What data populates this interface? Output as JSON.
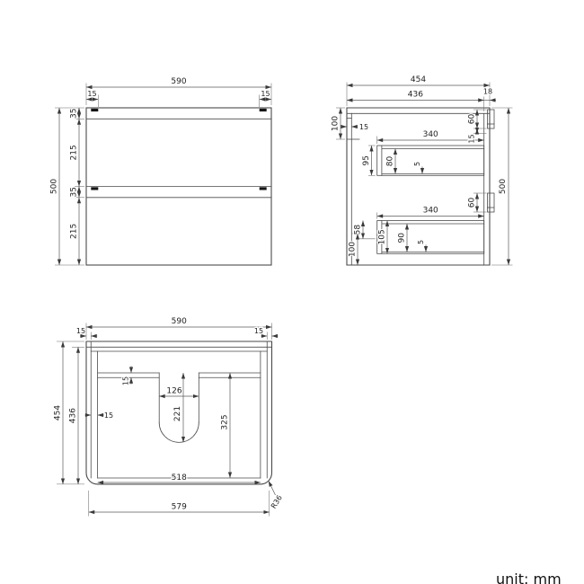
{
  "unit_label": "unit: mm",
  "front": {
    "width_top": "590",
    "offset_left": "15",
    "offset_right": "15",
    "h_seg1": "35",
    "h_seg2": "215",
    "h_seg3": "35",
    "h_seg4": "215",
    "height_total": "500"
  },
  "side": {
    "depth_total": "454",
    "depth_inner": "436",
    "back_offset": "18",
    "front_top": "100",
    "front_panel": "15",
    "bracket_top": "60",
    "bracket_top_gap": "15",
    "drawer1_depth": "340",
    "drawer1_outer_h": "95",
    "drawer1_inner_h": "80",
    "drawer1_base": "5",
    "bracket_mid": "60",
    "drawer2_depth": "340",
    "drawer2_gap": "58",
    "drawer2_outer_h": "105",
    "drawer2_inner_h": "90",
    "drawer2_base": "5",
    "bottom_h": "100",
    "height_total": "500"
  },
  "plan": {
    "width_top": "590",
    "offset_left": "15",
    "offset_right": "15",
    "depth_total": "454",
    "depth_inner": "436",
    "rail_gap": "15",
    "cutout_width": "126",
    "cutout_depth": "221",
    "wall_thick": "15",
    "interior_depth": "325",
    "interior_width": "518",
    "front_width": "579",
    "corner_radius": "R36"
  }
}
